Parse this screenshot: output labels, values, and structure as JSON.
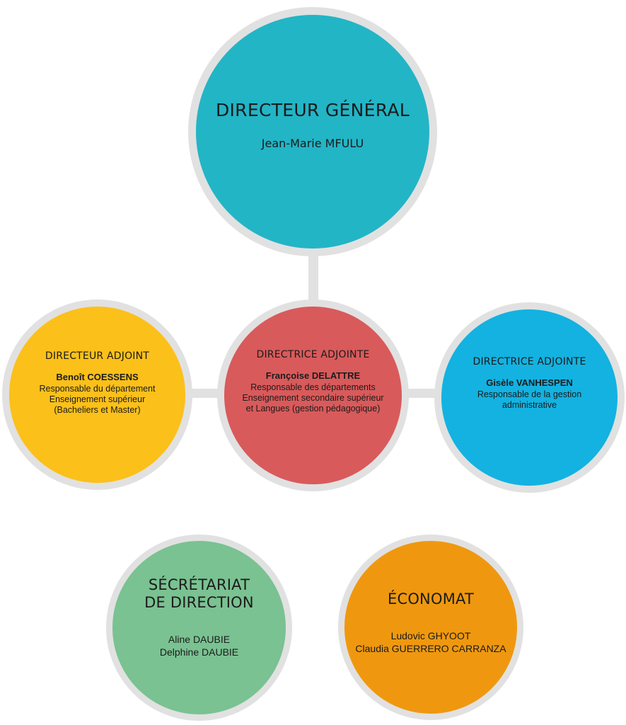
{
  "colors": {
    "ring": "#e1e1e1",
    "connector": "#e1e1e1",
    "directeur_general": "#22b5c6",
    "directeur_adjoint": "#fbc01a",
    "directrice_adjointe_1": "#d95a5b",
    "directrice_adjointe_2": "#13b2e1",
    "secretariat": "#7ac291",
    "economat": "#ef980f",
    "text": "#1b1b1b"
  },
  "directeur_general": {
    "title": "DIRECTEUR GÉNÉRAL",
    "name": "Jean-Marie MFULU"
  },
  "directeur_adjoint": {
    "title": "DIRECTEUR ADJOINT",
    "name": "Benoît COESSENS",
    "description": "Responsable du département\nEnseignement supérieur\n(Bacheliers et Master)"
  },
  "directrice_adjointe_1": {
    "title": "DIRECTRICE ADJOINTE",
    "name": "Françoise DELATTRE",
    "description": "Responsable des départements\nEnseignement  secondaire supérieur\net Langues (gestion pédagogique)"
  },
  "directrice_adjointe_2": {
    "title": "DIRECTRICE ADJOINTE",
    "name": "Gisèle VANHESPEN",
    "description": "Responsable de  la gestion\nadministrative"
  },
  "secretariat": {
    "title": "SÉCRÉTARIAT\nDE DIRECTION",
    "names": "Aline DAUBIE\nDelphine DAUBIE"
  },
  "economat": {
    "title": "ÉCONOMAT",
    "names": "Ludovic GHYOOT\nClaudia GUERRERO CARRANZA"
  }
}
